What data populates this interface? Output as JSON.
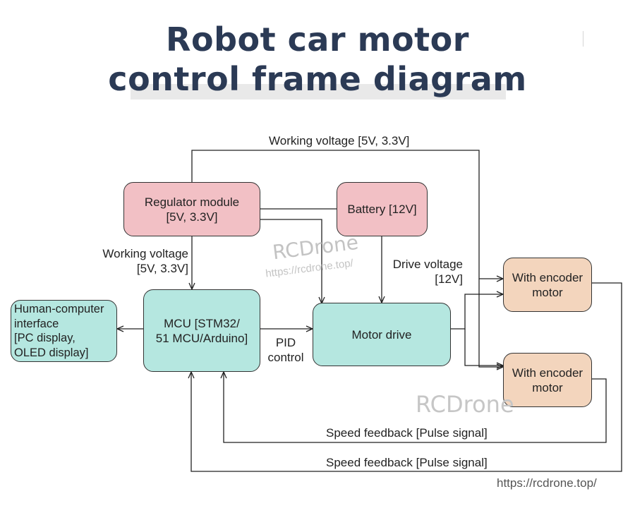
{
  "title": {
    "line1": "Robot car motor",
    "line2": "control frame diagram"
  },
  "nodes": {
    "regulator": "Regulator module\n[5V, 3.3V]",
    "battery": "Battery [12V]",
    "mcu": "MCU [STM32/\n51 MCU/Arduino]",
    "hci": "Human-computer\ninterface\n[PC display,\nOLED display]",
    "motor_drive": "Motor drive",
    "encoder_motor_1": "With encoder\nmotor",
    "encoder_motor_2": "With encoder\nmotor"
  },
  "edge_labels": {
    "working_voltage_top": "Working voltage [5V, 3.3V]",
    "working_voltage_left": "Working voltage\n[5V, 3.3V]",
    "drive_voltage": "Drive voltage\n[12V]",
    "pid_control": "PID\ncontrol",
    "speed_feedback_1": "Speed feedback [Pulse signal]",
    "speed_feedback_2": "Speed feedback [Pulse signal]"
  },
  "watermarks": {
    "brand": "RCDrone",
    "url": "https://rcdrone.top/",
    "brand_large": "RCDrone"
  },
  "footer_url": "https://rcdrone.top/",
  "colors": {
    "title": "#2b3a55",
    "pink_box": "#f2c0c5",
    "teal_box": "#b5e7e0",
    "tan_box": "#f3d5bd"
  }
}
